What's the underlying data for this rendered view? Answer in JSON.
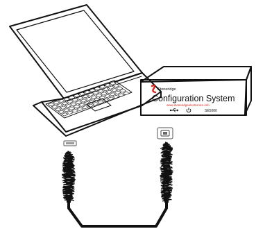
{
  "device": {
    "brand_name": "Stoneridge",
    "product_title": "Configuration System",
    "website": "www.stoneridgeelectronics.info",
    "model": "SE5000",
    "usb_icon": "usb-icon",
    "power_icon": "power-icon"
  },
  "laptop": {
    "icon": "laptop-icon"
  },
  "connectors": {
    "laptop_side": "usb-a-port-icon",
    "device_side": "usb-b-port-icon"
  },
  "colors": {
    "ink": "#111111",
    "brand_red": "#d9261c",
    "background": "#ffffff"
  }
}
